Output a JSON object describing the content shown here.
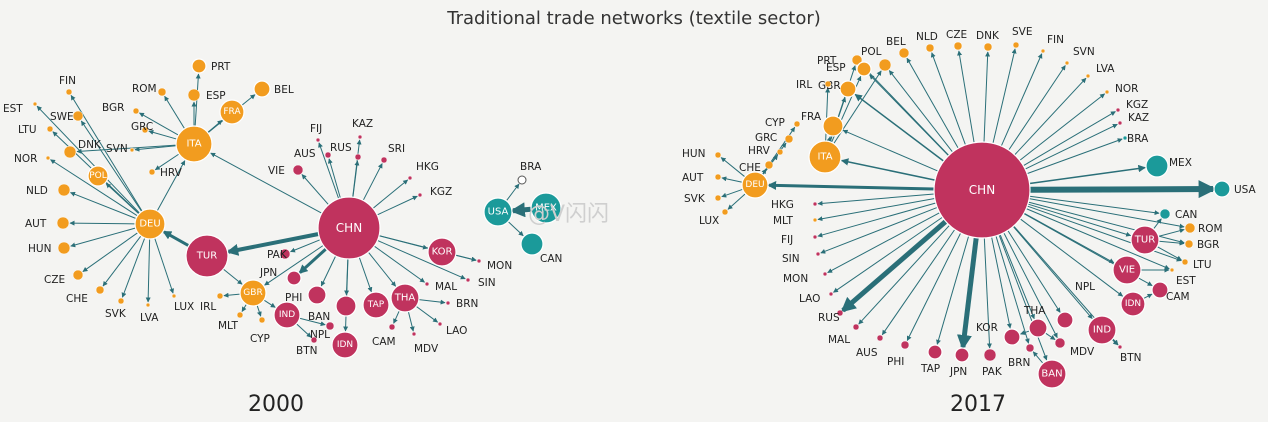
{
  "title": "Traditional trade networks (textile sector)",
  "watermark": "@V闪闪",
  "colors": {
    "east": "#c0335e",
    "europe": "#f29c1f",
    "america": "#1b9a9a",
    "edge": "#2a6f78"
  },
  "networks": [
    {
      "year": "2000",
      "nodes": [
        {
          "id": "CHN",
          "g": "east",
          "hub": true
        },
        {
          "id": "ITA",
          "g": "europe",
          "hub": true
        },
        {
          "id": "DEU",
          "g": "europe",
          "hub": true
        },
        {
          "id": "GBR",
          "g": "europe",
          "hub": true
        },
        {
          "id": "TUR",
          "g": "east",
          "hub": true
        },
        {
          "id": "KOR",
          "g": "east",
          "hub": true
        },
        {
          "id": "THA",
          "g": "east",
          "hub": true
        },
        {
          "id": "TAP",
          "g": "east",
          "hub": true
        },
        {
          "id": "IND",
          "g": "east",
          "hub": true
        },
        {
          "id": "IDN",
          "g": "east",
          "hub": true
        },
        {
          "id": "USA",
          "g": "america",
          "hub": true
        },
        {
          "id": "MEX",
          "g": "america",
          "hub": true
        },
        {
          "id": "FRA",
          "g": "europe",
          "hub": true
        },
        {
          "id": "PRT",
          "g": "europe"
        },
        {
          "id": "BEL",
          "g": "europe"
        },
        {
          "id": "ESP",
          "g": "europe"
        },
        {
          "id": "ROM",
          "g": "europe"
        },
        {
          "id": "BGR",
          "g": "europe"
        },
        {
          "id": "GRC",
          "g": "europe"
        },
        {
          "id": "SVN",
          "g": "europe"
        },
        {
          "id": "HRV",
          "g": "europe"
        },
        {
          "id": "FIN",
          "g": "europe"
        },
        {
          "id": "EST",
          "g": "europe"
        },
        {
          "id": "SWE",
          "g": "europe"
        },
        {
          "id": "LTU",
          "g": "europe"
        },
        {
          "id": "DNK",
          "g": "europe"
        },
        {
          "id": "NOR",
          "g": "europe"
        },
        {
          "id": "POL",
          "g": "europe"
        },
        {
          "id": "NLD",
          "g": "europe"
        },
        {
          "id": "AUT",
          "g": "europe"
        },
        {
          "id": "HUN",
          "g": "europe"
        },
        {
          "id": "CZE",
          "g": "europe"
        },
        {
          "id": "CHE",
          "g": "europe"
        },
        {
          "id": "SVK",
          "g": "europe"
        },
        {
          "id": "LVA",
          "g": "europe"
        },
        {
          "id": "LUX",
          "g": "europe"
        },
        {
          "id": "IRL",
          "g": "europe"
        },
        {
          "id": "MLT",
          "g": "europe"
        },
        {
          "id": "CYP",
          "g": "europe"
        },
        {
          "id": "FIJ",
          "g": "east"
        },
        {
          "id": "AUS",
          "g": "east"
        },
        {
          "id": "KAZ",
          "g": "east"
        },
        {
          "id": "RUS",
          "g": "east"
        },
        {
          "id": "SRI",
          "g": "east"
        },
        {
          "id": "HKG",
          "g": "east"
        },
        {
          "id": "KGZ",
          "g": "east"
        },
        {
          "id": "VIE",
          "g": "east"
        },
        {
          "id": "PAK",
          "g": "east"
        },
        {
          "id": "JPN",
          "g": "east"
        },
        {
          "id": "PHI",
          "g": "east"
        },
        {
          "id": "BAN",
          "g": "east"
        },
        {
          "id": "NPL",
          "g": "east"
        },
        {
          "id": "BTN",
          "g": "east"
        },
        {
          "id": "CAM",
          "g": "east"
        },
        {
          "id": "MDV",
          "g": "east"
        },
        {
          "id": "LAO",
          "g": "east"
        },
        {
          "id": "BRN",
          "g": "east"
        },
        {
          "id": "MAL",
          "g": "east"
        },
        {
          "id": "SIN",
          "g": "east"
        },
        {
          "id": "MON",
          "g": "east"
        },
        {
          "id": "BRA",
          "g": "america"
        },
        {
          "id": "CAN",
          "g": "america"
        }
      ]
    },
    {
      "year": "2017",
      "nodes": [
        {
          "id": "CHN",
          "g": "east",
          "hub": true
        },
        {
          "id": "DEU",
          "g": "europe",
          "hub": true
        },
        {
          "id": "ITA",
          "g": "europe",
          "hub": true
        },
        {
          "id": "TUR",
          "g": "east",
          "hub": true
        },
        {
          "id": "VIE",
          "g": "east",
          "hub": true
        },
        {
          "id": "IDN",
          "g": "east",
          "hub": true
        },
        {
          "id": "IND",
          "g": "east",
          "hub": true
        },
        {
          "id": "BAN",
          "g": "east",
          "hub": true
        },
        {
          "id": "USA",
          "g": "america"
        },
        {
          "id": "MEX",
          "g": "america"
        },
        {
          "id": "BRA",
          "g": "america"
        },
        {
          "id": "CAN",
          "g": "america"
        },
        {
          "id": "PRT",
          "g": "europe"
        },
        {
          "id": "POL",
          "g": "europe"
        },
        {
          "id": "BEL",
          "g": "europe"
        },
        {
          "id": "NLD",
          "g": "europe"
        },
        {
          "id": "CZE",
          "g": "europe"
        },
        {
          "id": "DNK",
          "g": "europe"
        },
        {
          "id": "SVE",
          "g": "europe"
        },
        {
          "id": "FIN",
          "g": "europe"
        },
        {
          "id": "SVN",
          "g": "europe"
        },
        {
          "id": "LVA",
          "g": "europe"
        },
        {
          "id": "ESP",
          "g": "europe"
        },
        {
          "id": "GBR",
          "g": "europe"
        },
        {
          "id": "IRL",
          "g": "europe"
        },
        {
          "id": "FRA",
          "g": "europe"
        },
        {
          "id": "CYP",
          "g": "europe"
        },
        {
          "id": "GRC",
          "g": "europe"
        },
        {
          "id": "HRV",
          "g": "europe"
        },
        {
          "id": "HUN",
          "g": "europe"
        },
        {
          "id": "CHE",
          "g": "europe"
        },
        {
          "id": "AUT",
          "g": "europe"
        },
        {
          "id": "SVK",
          "g": "europe"
        },
        {
          "id": "LUX",
          "g": "europe"
        },
        {
          "id": "ROM",
          "g": "europe"
        },
        {
          "id": "BGR",
          "g": "europe"
        },
        {
          "id": "LTU",
          "g": "europe"
        },
        {
          "id": "EST",
          "g": "europe"
        },
        {
          "id": "NOR",
          "g": "europe"
        },
        {
          "id": "KGZ",
          "g": "east"
        },
        {
          "id": "KAZ",
          "g": "east"
        },
        {
          "id": "HKG",
          "g": "east"
        },
        {
          "id": "MLT",
          "g": "europe"
        },
        {
          "id": "FIJ",
          "g": "east"
        },
        {
          "id": "SIN",
          "g": "east"
        },
        {
          "id": "MON",
          "g": "east"
        },
        {
          "id": "LAO",
          "g": "east"
        },
        {
          "id": "RUS",
          "g": "east"
        },
        {
          "id": "MAL",
          "g": "east"
        },
        {
          "id": "AUS",
          "g": "east"
        },
        {
          "id": "PHI",
          "g": "east"
        },
        {
          "id": "TAP",
          "g": "east"
        },
        {
          "id": "JPN",
          "g": "east"
        },
        {
          "id": "PAK",
          "g": "east"
        },
        {
          "id": "KOR",
          "g": "east"
        },
        {
          "id": "BRN",
          "g": "east"
        },
        {
          "id": "THA",
          "g": "east"
        },
        {
          "id": "MDV",
          "g": "east"
        },
        {
          "id": "NPL",
          "g": "east"
        },
        {
          "id": "BTN",
          "g": "east"
        },
        {
          "id": "CAM",
          "g": "east"
        }
      ]
    }
  ]
}
